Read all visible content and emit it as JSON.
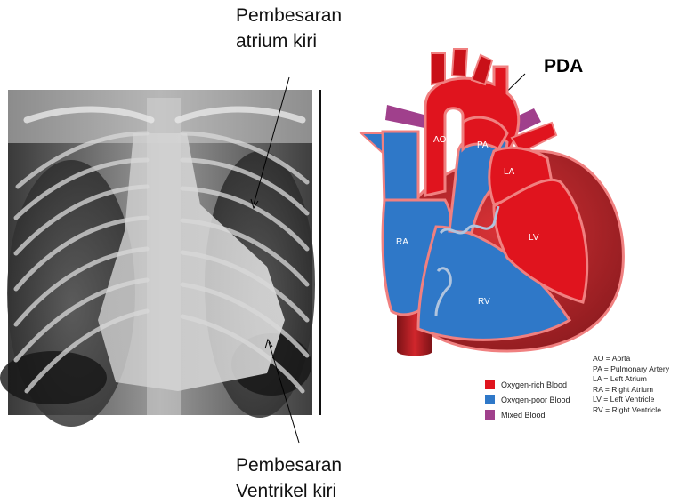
{
  "annotations": {
    "top_line1": "Pembesaran",
    "top_line2": "atrium kiri",
    "bottom_line1": "Pembesaran",
    "bottom_line2": "Ventrikel kiri"
  },
  "heart": {
    "pda": "PDA",
    "labels": {
      "ao": "AO",
      "pa": "PA",
      "la": "LA",
      "lv": "LV",
      "ra": "RA",
      "rv": "RV"
    }
  },
  "legend": {
    "items": [
      {
        "label": "Oxygen-rich Blood",
        "color": "#e0141e"
      },
      {
        "label": "Oxygen-poor Blood",
        "color": "#2f78c8"
      },
      {
        "label": "Mixed Blood",
        "color": "#a0408c"
      }
    ]
  },
  "abbreviations": [
    "AO = Aorta",
    "PA = Pulmonary Artery",
    "LA = Left Atrium",
    "RA = Right Atrium",
    "LV = Left Ventricle",
    "RV = Right Ventricle"
  ],
  "colors": {
    "oxygen_rich": "#e0141e",
    "oxygen_poor": "#2f78c8",
    "mixed": "#a0408c",
    "wall": "#f08080",
    "dark_muscle": "#a02024"
  }
}
